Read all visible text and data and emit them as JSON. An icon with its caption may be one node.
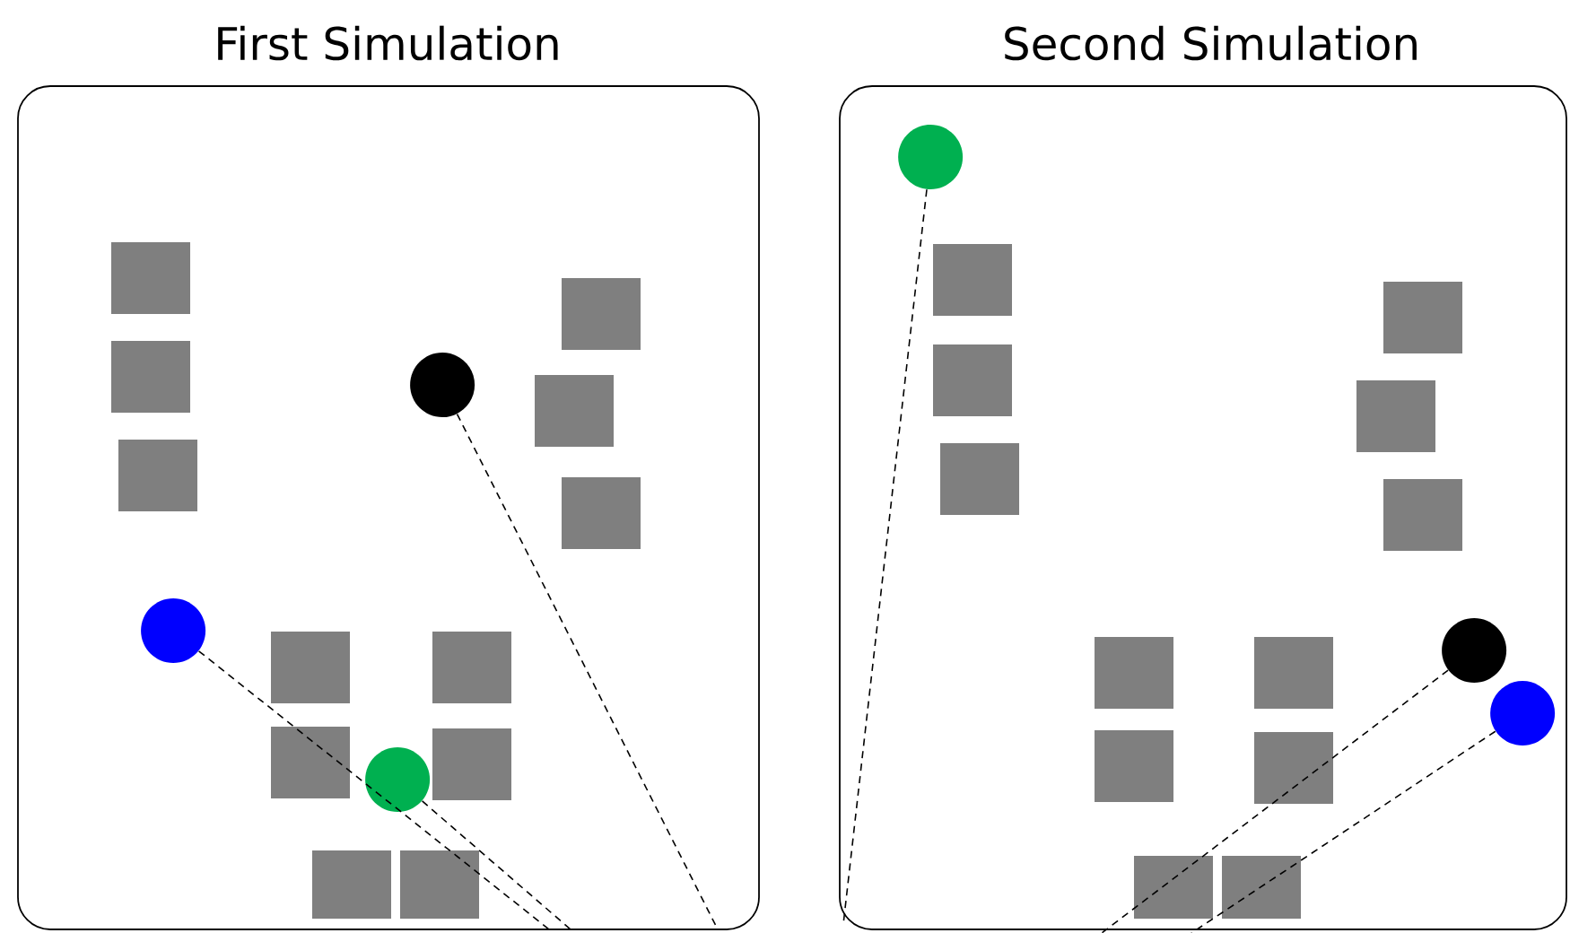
{
  "diagram": {
    "nodes": [
      {
        "text": [
          "First Simulation"
        ]
      },
      {
        "text": [
          "Second Simulation"
        ]
      },
      {
        "text": [],
        "shape": "circle",
        "in": 0
      },
      {
        "text": [],
        "shape": "circle",
        "in": 0
      },
      {
        "text": [],
        "shape": "circle",
        "in": 0
      },
      {
        "text": [],
        "shape": "circle",
        "in": 1
      },
      {
        "text": [],
        "shape": "circle",
        "in": 1
      },
      {
        "text": [],
        "shape": "circle",
        "in": 1
      }
    ],
    "edges": [
      {
        "from": 2,
        "to": null,
        "arrow": "none",
        "style": "dashed"
      },
      {
        "from": 3,
        "to": null,
        "arrow": "none",
        "style": "dashed"
      },
      {
        "from": 4,
        "to": null,
        "arrow": "none",
        "style": "dashed"
      },
      {
        "from": 5,
        "to": null,
        "arrow": "none",
        "style": "dashed"
      },
      {
        "from": 6,
        "to": null,
        "arrow": "none",
        "style": "dashed"
      },
      {
        "from": 7,
        "to": null,
        "arrow": "none",
        "style": "dashed"
      }
    ]
  }
}
